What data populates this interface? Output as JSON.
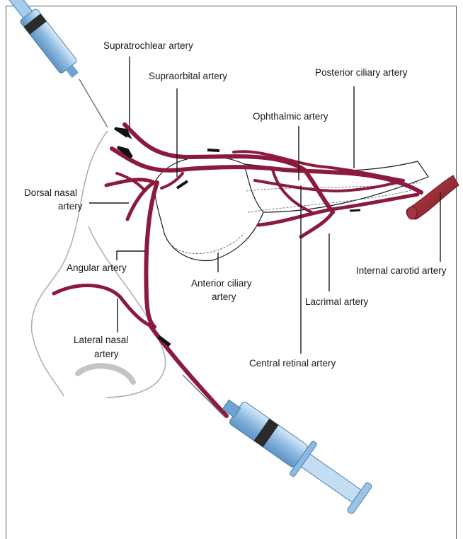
{
  "diagram": {
    "labels": {
      "supratrochlear": "Supratrochlear artery",
      "supraorbital": "Supraorbital artery",
      "posterior_ciliary": "Posterior ciliary artery",
      "ophthalmic": "Ophthalmic artery",
      "dorsal_nasal_line1": "Dorsal nasal",
      "dorsal_nasal_line2": "artery",
      "angular": "Angular artery",
      "anterior_ciliary_line1": "Anterior ciliary",
      "anterior_ciliary_line2": "artery",
      "internal_carotid": "Internal carotid artery",
      "lacrimal": "Lacrimal artery",
      "lateral_nasal_line1": "Lateral nasal",
      "lateral_nasal_line2": "artery",
      "central_retinal": "Central retinal artery"
    },
    "colors": {
      "artery": "#8b1a3c",
      "carotid": "#9b2a34",
      "syringe_barrel": "#9cc3e6",
      "syringe_plunger": "#2b2b2b",
      "outline": "#999999"
    }
  }
}
